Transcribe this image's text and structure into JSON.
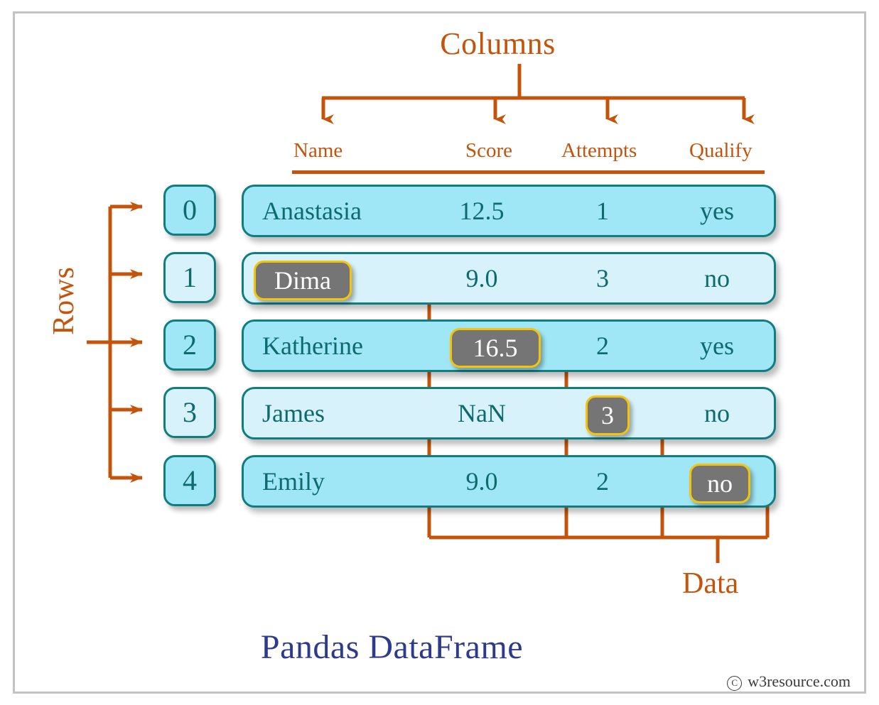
{
  "diagram": {
    "title": "Pandas DataFrame",
    "columns_label": "Columns",
    "rows_label": "Rows",
    "data_label": "Data",
    "accent_color": "#c4540c",
    "row_border_color": "#107e80",
    "row_fill_dark": "#9fe6f6",
    "row_fill_light": "#d7f2fa",
    "cell_text_color": "#0d6b6e",
    "badge_fill": "#757575",
    "badge_border": "#f5c40a",
    "title_color": "#2e3a8c",
    "frame_color": "#c3c3c3"
  },
  "table": {
    "headers": [
      "Name",
      "Score",
      "Attempts",
      "Qualify"
    ],
    "index": [
      "0",
      "1",
      "2",
      "3",
      "4"
    ],
    "rows": [
      {
        "index": "0",
        "Name": "Anastasia",
        "Score": "12.5",
        "Attempts": "1",
        "Qualify": "yes"
      },
      {
        "index": "1",
        "Name": "Dima",
        "Score": "9.0",
        "Attempts": "3",
        "Qualify": "no"
      },
      {
        "index": "2",
        "Name": "Katherine",
        "Score": "16.5",
        "Attempts": "2",
        "Qualify": "yes"
      },
      {
        "index": "3",
        "Name": "James",
        "Score": "NaN",
        "Attempts": "3",
        "Qualify": "no"
      },
      {
        "index": "4",
        "Name": "Emily",
        "Score": "9.0",
        "Attempts": "2",
        "Qualify": "no"
      }
    ],
    "highlighted_cells": [
      {
        "row": "1",
        "column": "Name",
        "value": "Dima"
      },
      {
        "row": "2",
        "column": "Score",
        "value": "16.5"
      },
      {
        "row": "3",
        "column": "Attempts",
        "value": "3"
      },
      {
        "row": "4",
        "column": "Qualify",
        "value": "no"
      }
    ]
  },
  "watermark": {
    "copyright_symbol": "C",
    "text": "w3resource.com"
  }
}
